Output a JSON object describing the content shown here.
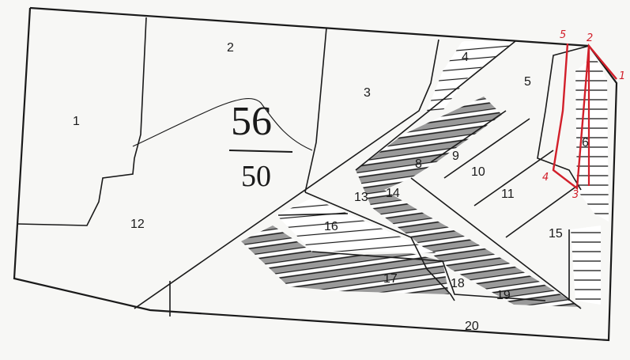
{
  "map": {
    "block_number": "56",
    "block_denominator": "50",
    "parcels": [
      {
        "id": "p1",
        "label": "1"
      },
      {
        "id": "p2",
        "label": "2"
      },
      {
        "id": "p3",
        "label": "3"
      },
      {
        "id": "p4",
        "label": "4"
      },
      {
        "id": "p5",
        "label": "5"
      },
      {
        "id": "p6",
        "label": "6"
      },
      {
        "id": "p8",
        "label": "8"
      },
      {
        "id": "p9",
        "label": "9"
      },
      {
        "id": "p10",
        "label": "10"
      },
      {
        "id": "p11",
        "label": "11"
      },
      {
        "id": "p12",
        "label": "12"
      },
      {
        "id": "p13",
        "label": "13"
      },
      {
        "id": "p14",
        "label": "14"
      },
      {
        "id": "p15",
        "label": "15"
      },
      {
        "id": "p16",
        "label": "16"
      },
      {
        "id": "p17",
        "label": "17"
      },
      {
        "id": "p18",
        "label": "18"
      },
      {
        "id": "p19",
        "label": "19"
      },
      {
        "id": "p20",
        "label": "20"
      }
    ],
    "boundary_markers": [
      {
        "id": "m1",
        "label": "1"
      },
      {
        "id": "m2",
        "label": "2"
      },
      {
        "id": "m3",
        "label": "3"
      },
      {
        "id": "m4",
        "label": "4"
      },
      {
        "id": "m5",
        "label": "5"
      }
    ],
    "colors": {
      "line": "#1a1a1a",
      "hatch_fill": "#9a9a9a",
      "survey_red": "#d21f2a",
      "paper": "#f7f7f5"
    }
  }
}
